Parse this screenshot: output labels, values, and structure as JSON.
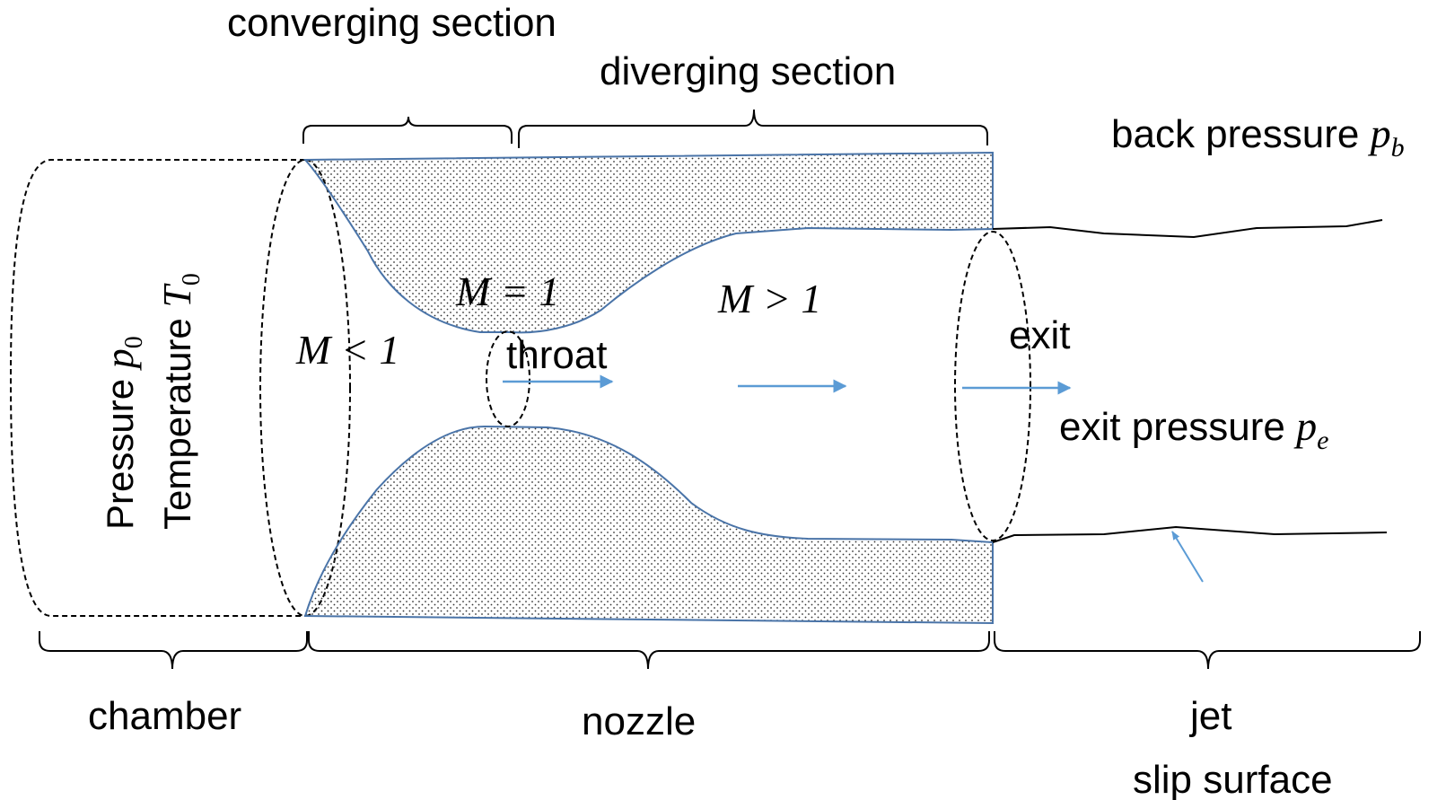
{
  "labels": {
    "converging": "converging section",
    "diverging": "diverging section",
    "back_pressure": "back pressure",
    "back_pressure_sym": "p",
    "back_pressure_sub": "b",
    "pressure": "Pressure",
    "pressure_sym": "p",
    "pressure_sub": "0",
    "temperature": "Temperature",
    "temperature_sym": "T",
    "temperature_sub": "0",
    "mach_sub": "M < 1",
    "mach_one": "M = 1",
    "mach_super": "M > 1",
    "throat": "throat",
    "exit": "exit",
    "exit_pressure": "exit pressure",
    "exit_pressure_sym": "p",
    "exit_pressure_sub": "e",
    "chamber": "chamber",
    "nozzle": "nozzle",
    "jet": "jet",
    "slip_surface": "slip surface"
  },
  "colors": {
    "nozzle_wall": "#4a74a8",
    "flow_arrow": "#5b9bd5",
    "ink": "#000000",
    "stipple": "#333333"
  }
}
